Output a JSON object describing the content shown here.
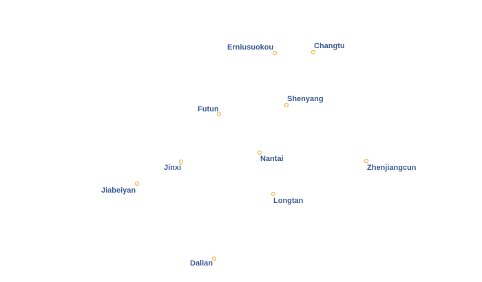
{
  "map": {
    "places": [
      {
        "name": "Erniusuokou"
      },
      {
        "name": "Changtu"
      },
      {
        "name": "Shenyang"
      },
      {
        "name": "Futun"
      },
      {
        "name": "Nantai"
      },
      {
        "name": "Jinxi"
      },
      {
        "name": "Zhenjiangcun"
      },
      {
        "name": "Jiabeiyan"
      },
      {
        "name": "Longtan"
      },
      {
        "name": "Dalian"
      }
    ],
    "colors": {
      "marker": "#f2b74f",
      "label": "#3c5a96",
      "background": "#ffffff"
    }
  }
}
